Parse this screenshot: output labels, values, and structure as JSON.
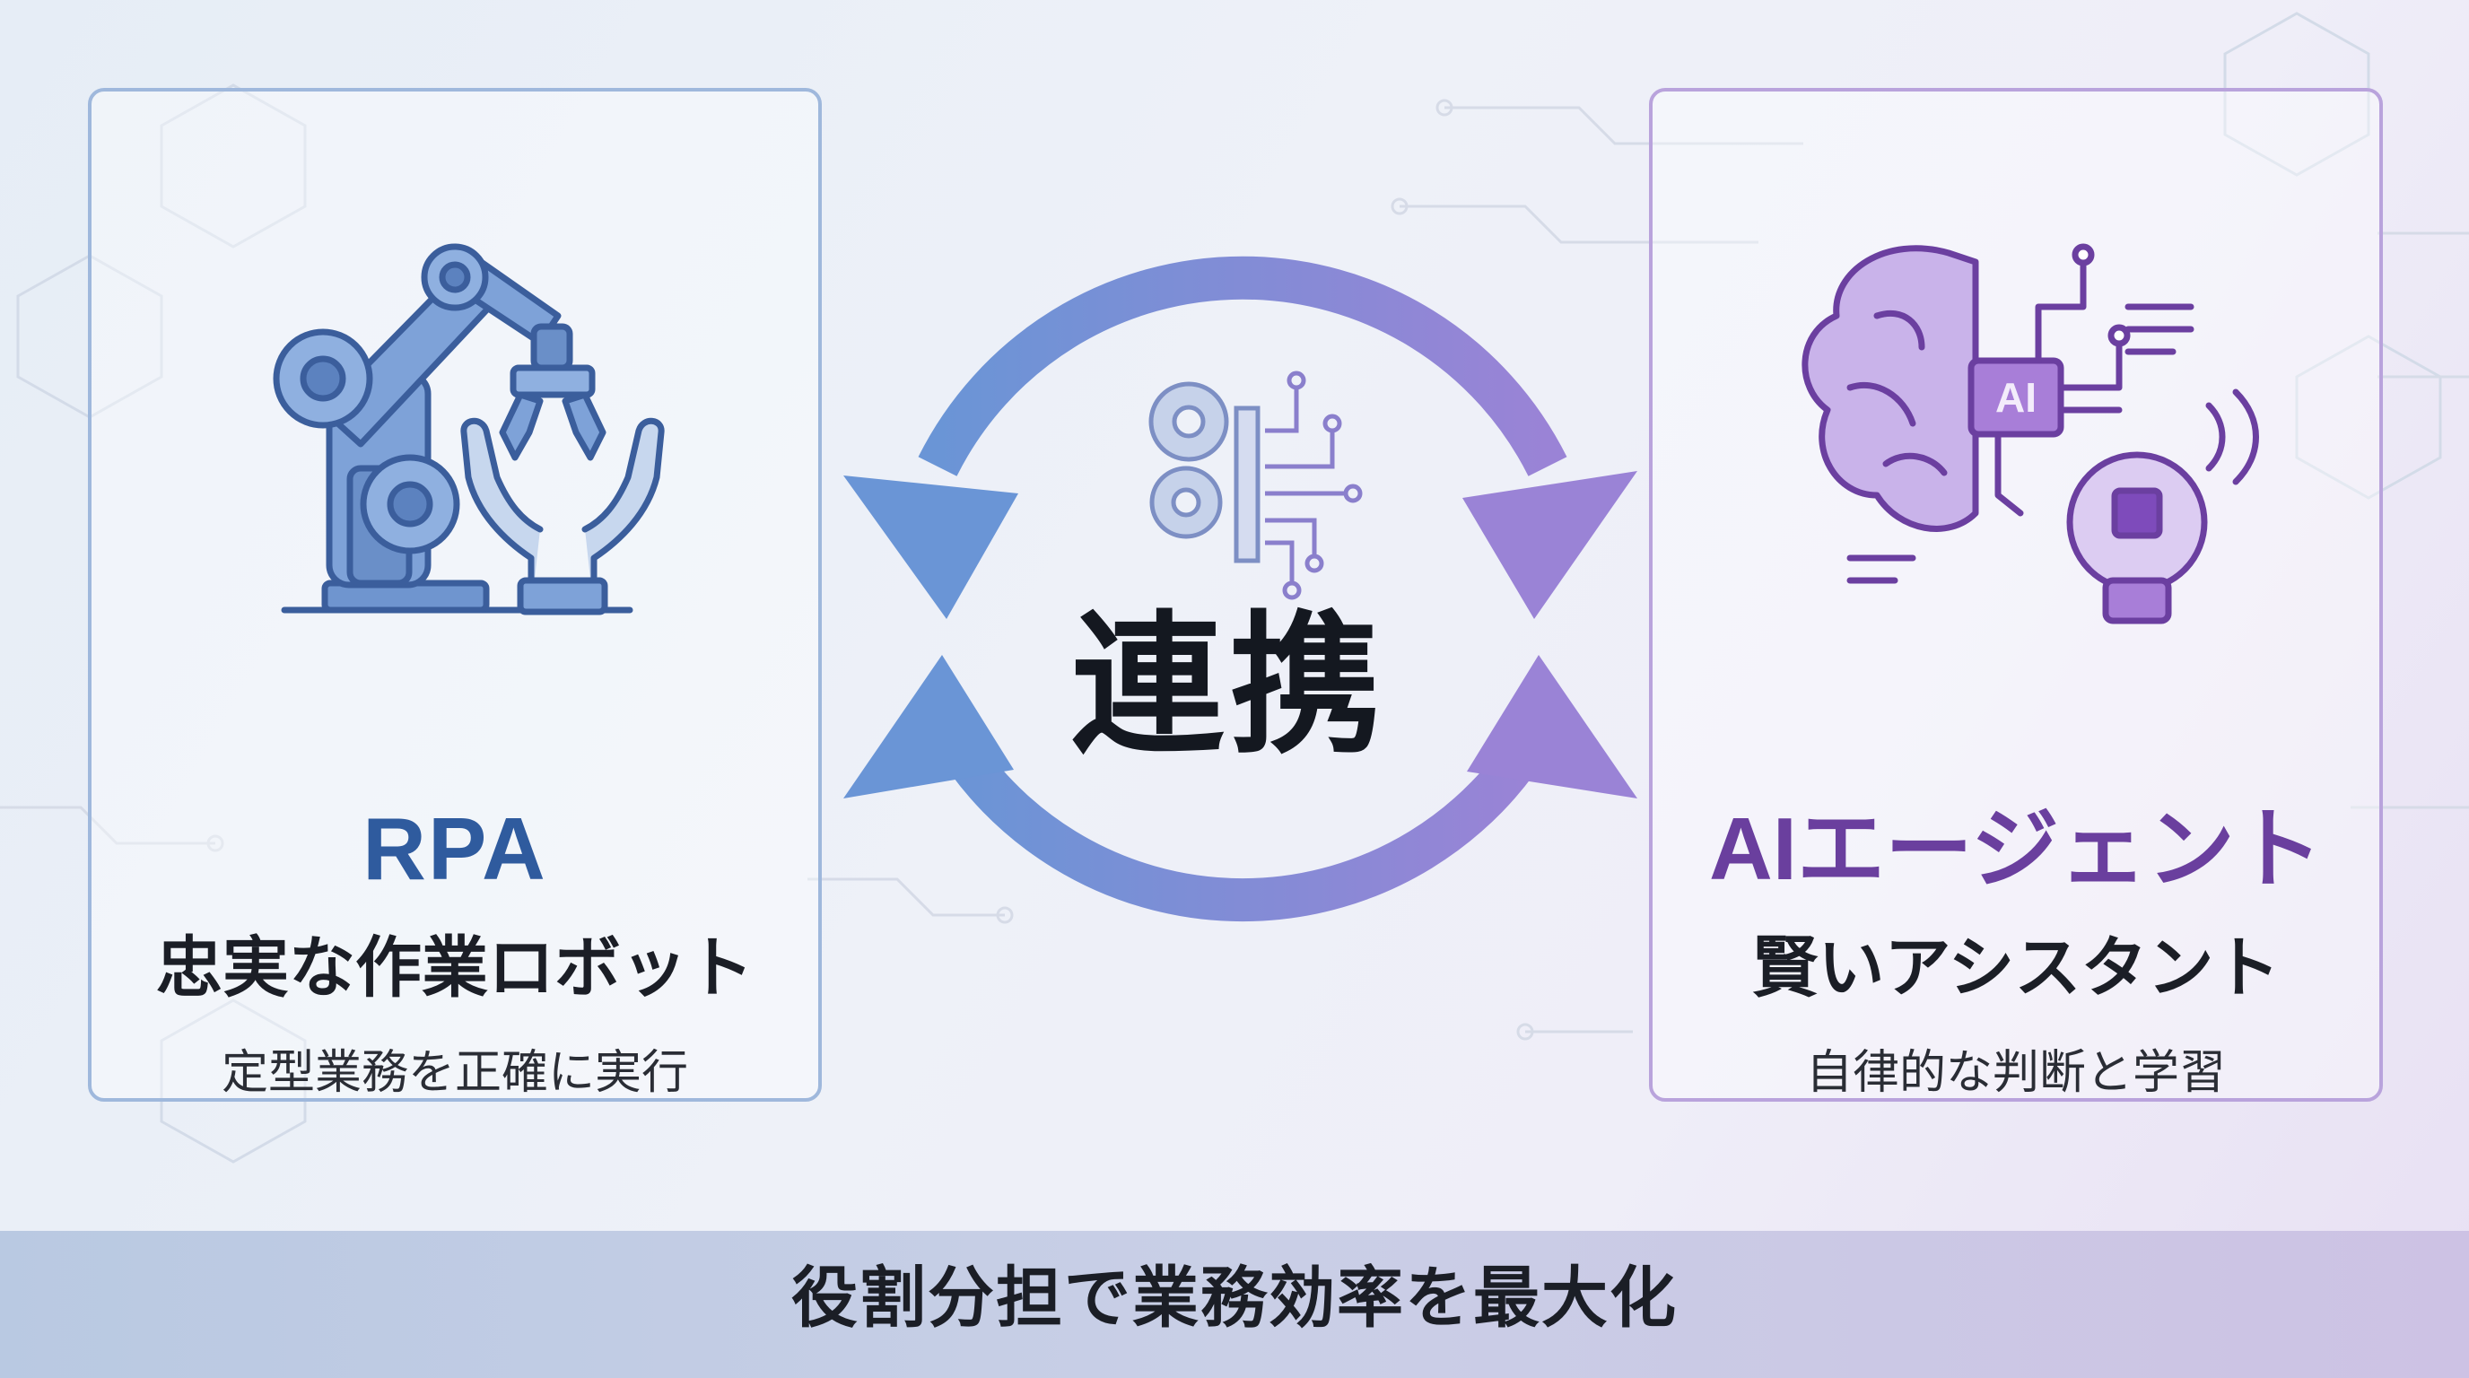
{
  "center": {
    "title": "連携"
  },
  "rpa": {
    "title": "RPA",
    "subtitle": "忠実な作業ロボット",
    "description": "定型業務を正確に実行",
    "icon": "robot-arm-icon",
    "color": "#2f5b9e"
  },
  "ai": {
    "title": "AIエージェント",
    "subtitle": "賢いアシスタント",
    "description": "自律的な判断と学習",
    "icon": "ai-brain-icon",
    "chip_label": "AI",
    "color": "#6a3f9e"
  },
  "footer": {
    "text": "役割分担で業務効率を最大化"
  }
}
